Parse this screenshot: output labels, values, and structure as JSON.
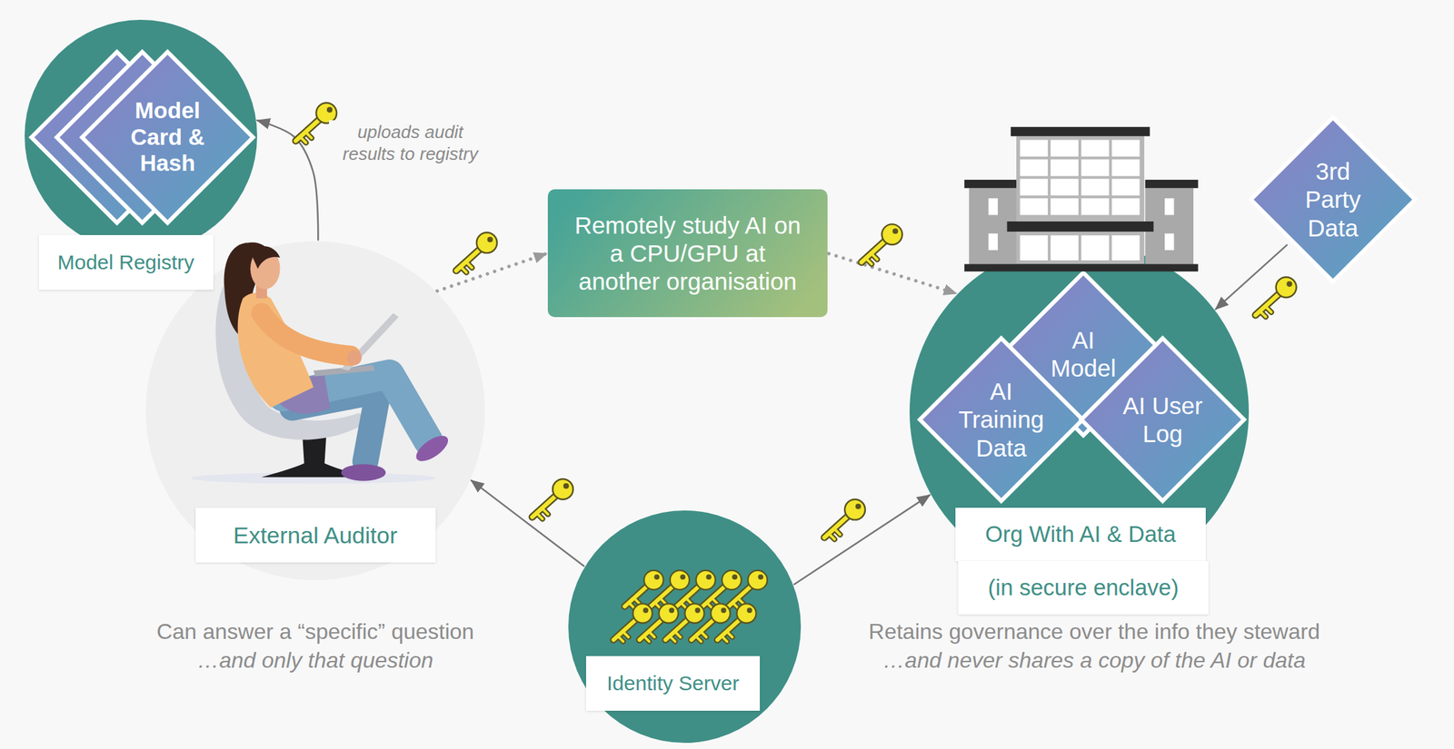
{
  "diagram": {
    "nodes": [
      {
        "text": [
          "Model Registry"
        ]
      },
      {
        "text": [
          "Model Card & Hash"
        ],
        "in": 0
      },
      {
        "text": [
          "External Auditor"
        ]
      },
      {
        "text": [
          "Remotely study AI on a CPU/GPU at another organisation"
        ]
      },
      {
        "text": [
          "Org With AI & Data",
          "(in secure enclave)"
        ]
      },
      {
        "text": [
          "AI Model"
        ],
        "in": 4
      },
      {
        "text": [
          "AI Training Data"
        ],
        "in": 4
      },
      {
        "text": [
          "AI User Log"
        ],
        "in": 4
      },
      {
        "text": [
          "3rd Party Data"
        ]
      },
      {
        "text": [
          "Identity Server"
        ]
      }
    ],
    "edges": [
      {
        "from": 2,
        "to": 0,
        "arrow": "to",
        "label": "uploads audit results to registry"
      },
      {
        "from": 2,
        "to": 3,
        "arrow": "to"
      },
      {
        "from": 3,
        "to": 4,
        "arrow": "to"
      },
      {
        "from": 9,
        "to": 2,
        "arrow": "to"
      },
      {
        "from": 9,
        "to": 4,
        "arrow": "to"
      },
      {
        "from": 8,
        "to": 4,
        "arrow": "to"
      }
    ],
    "labels": [
      "Can answer a “specific” question",
      "…and only that question",
      "Retains governance over the info they steward",
      "…and never shares a copy of the AI or data"
    ]
  }
}
